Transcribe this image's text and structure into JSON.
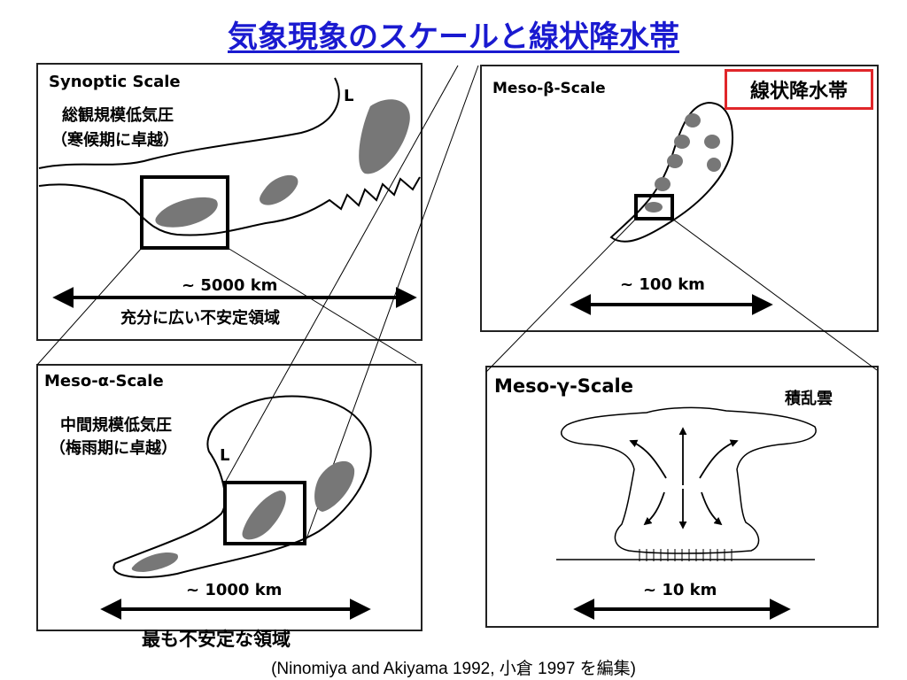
{
  "title": "気象現象のスケールと線状降水帯",
  "highlight_label": "線状降水帯",
  "caption": "(Ninomiya and Akiyama 1992, 小倉 1997 を編集)",
  "panels": {
    "synoptic": {
      "heading": "Synoptic Scale",
      "desc_line1": "総観規模低気圧",
      "desc_line2": "（寒候期に卓越）",
      "low_marker": "L",
      "scale_label": "~ 5000 km",
      "note": "充分に広い不安定領域"
    },
    "meso_beta": {
      "heading": "Meso-β-Scale",
      "scale_label": "~ 100 km"
    },
    "meso_alpha": {
      "heading": "Meso-α-Scale",
      "desc_line1": "中間規模低気圧",
      "desc_line2": "（梅雨期に卓越）",
      "low_marker": "L",
      "scale_label": "~ 1000 km",
      "note": "最も不安定な領域"
    },
    "meso_gamma": {
      "heading": "Meso-γ-Scale",
      "cloud_label": "積乱雲",
      "scale_label": "~ 10 km"
    }
  },
  "colors": {
    "title": "#1a1ad0",
    "highlight_border": "#e0262a",
    "rain_area": "#777777"
  }
}
